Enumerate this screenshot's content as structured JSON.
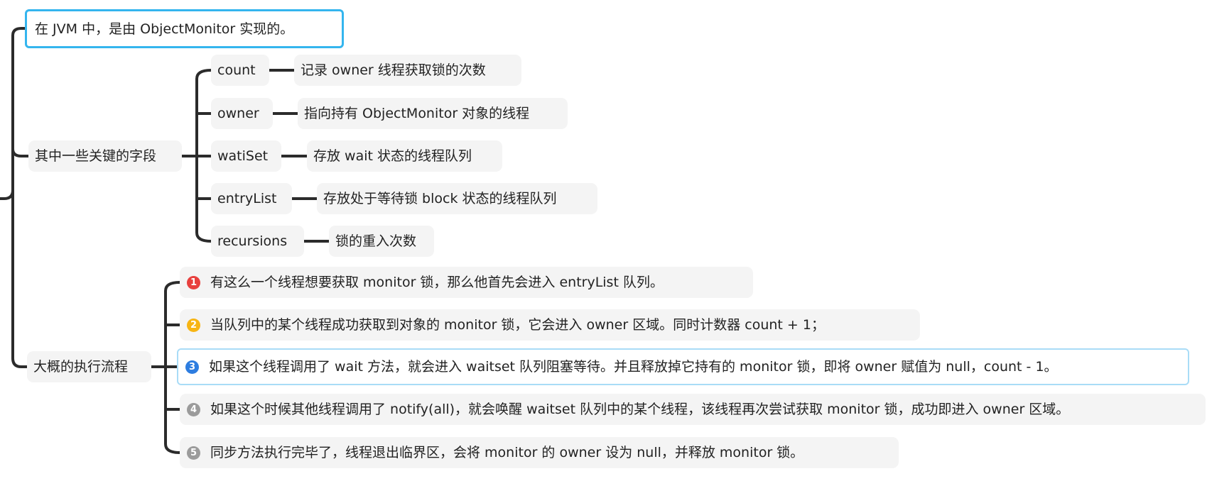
{
  "root": {
    "intro": "在 JVM 中，是由 ObjectMonitor 实现的。",
    "fields_label": "其中一些关键的字段",
    "flow_label": "大概的执行流程"
  },
  "fields": [
    {
      "name": "count",
      "desc": "记录 owner 线程获取锁的次数"
    },
    {
      "name": "owner",
      "desc": "指向持有 ObjectMonitor 对象的线程"
    },
    {
      "name": "watiSet",
      "desc": "存放 wait 状态的线程队列"
    },
    {
      "name": "entryList",
      "desc": "存放处于等待锁 block 状态的线程队列"
    },
    {
      "name": "recursions",
      "desc": "锁的重入次数"
    }
  ],
  "steps": [
    {
      "num": "1",
      "color": "red",
      "text": "有这么一个线程想要获取 monitor 锁，那么他首先会进入 entryList 队列。"
    },
    {
      "num": "2",
      "color": "yellow",
      "text": "当队列中的某个线程成功获取到对象的 monitor 锁，它会进入 owner 区域。同时计数器 count + 1；"
    },
    {
      "num": "3",
      "color": "blue",
      "text": "如果这个线程调用了 wait 方法，就会进入 waitset 队列阻塞等待。并且释放掉它持有的 monitor 锁，即将 owner 赋值为 null，count - 1。"
    },
    {
      "num": "4",
      "color": "grey",
      "text": "如果这个时候其他线程调用了 notify(all)，就会唤醒 waitset 队列中的某个线程，该线程再次尝试获取 monitor 锁，成功即进入 owner 区域。"
    },
    {
      "num": "5",
      "color": "grey",
      "text": "同步方法执行完毕了，线程退出临界区，会将 monitor 的 owner 设为 null，并释放 monitor 锁。"
    }
  ],
  "colors": {
    "connector": "#2b2b2b",
    "node_bg": "#f4f4f4",
    "selection": "#34b5ee",
    "selection_light": "#a9dcf7",
    "badge_red": "#e8403e",
    "badge_yellow": "#f7b514",
    "badge_blue": "#2d7de0",
    "badge_grey": "#9b9b9b"
  }
}
